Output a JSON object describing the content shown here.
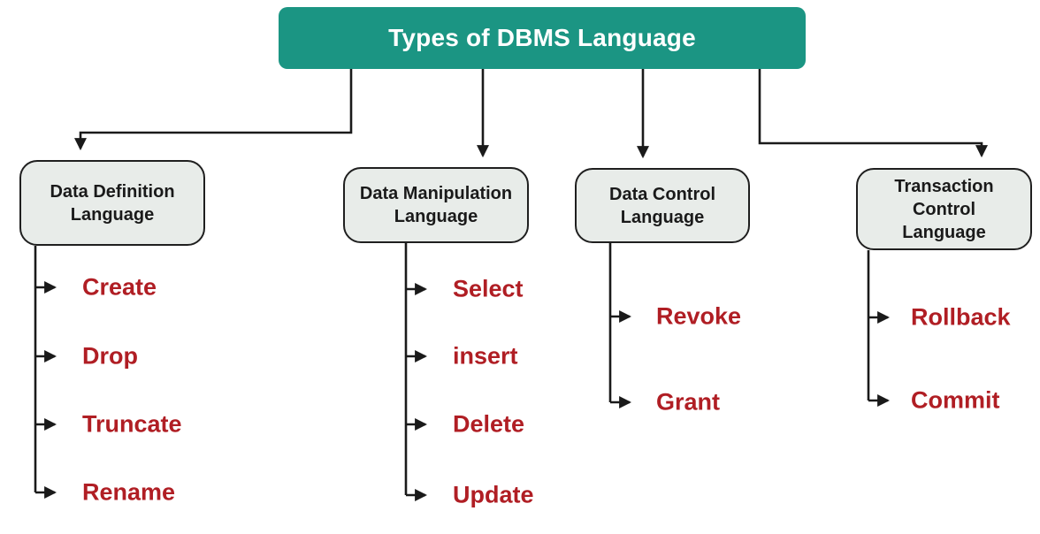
{
  "title": "Types of DBMS Language",
  "colors": {
    "header_bg": "#1B9583",
    "header_text": "#ffffff",
    "node_bg": "#E8ECE9",
    "node_border": "#1F1F1F",
    "line": "#1A1A1A",
    "leaf_text": "#B01E24"
  },
  "branches": [
    {
      "label": "Data Definition\nLanguage",
      "children": [
        "Create",
        "Drop",
        "Truncate",
        "Rename"
      ]
    },
    {
      "label": "Data Manipulation\nLanguage",
      "children": [
        "Select",
        "insert",
        "Delete",
        "Update"
      ]
    },
    {
      "label": "Data Control\nLanguage",
      "children": [
        "Revoke",
        "Grant"
      ]
    },
    {
      "label": "Transaction\nControl\nLanguage",
      "children": [
        "Rollback",
        "Commit"
      ]
    }
  ]
}
